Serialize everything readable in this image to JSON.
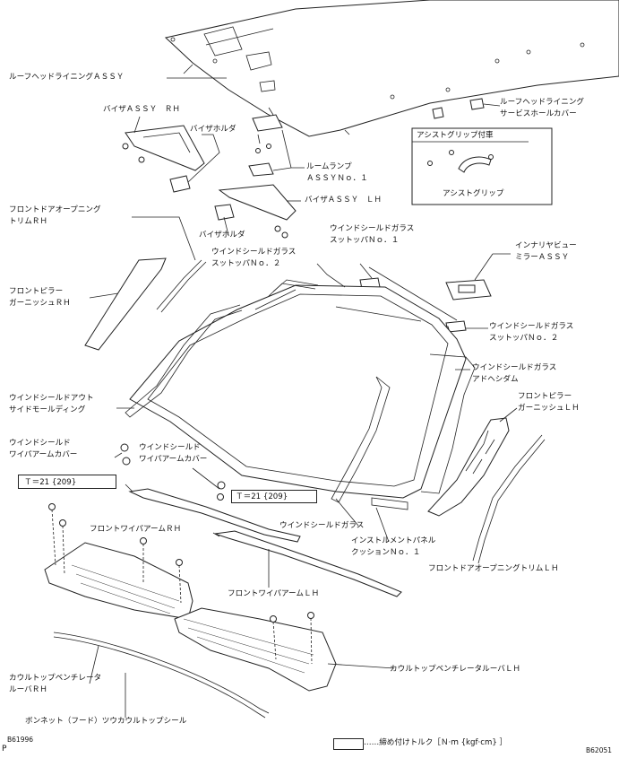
{
  "labels": {
    "roof_headlining": "ルーフヘッドライニングＡＳＳＹ",
    "roof_service_hole": "ルーフヘッドライニング\nサービスホールカバー",
    "visor_rh": "バイザＡＳＳＹ　ＲＨ",
    "visor_holder_upper": "バイザホルダ",
    "assist_header": "アシストグリップ付車",
    "assist_grip": "アシストグリップ",
    "room_lamp": "ルームランプ\nＡＳＳＹＮｏ．１",
    "visor_lh": "バイザＡＳＳＹ　ＬＨ",
    "front_door_trim_rh": "フロントドアオープニング\nトリムＲＨ",
    "visor_holder_lower": "バイザホルダ",
    "ws_stopper_1": "ウインドシールドガラス\nスットッパＮｏ．１",
    "ws_stopper_2_upper": "ウインドシールドガラス\nスットッパＮｏ．２",
    "inner_mirror": "インナリヤビュー\nミラーＡＳＳＹ",
    "front_pillar_rh": "フロントピラー\nガーニッシュＲＨ",
    "ws_stopper_2_right": "ウインドシールドガラス\nスットッパＮｏ．２",
    "ws_adhesive_dam": "ウインドシールドガラス\nアドヘシダム",
    "ws_outside_molding": "ウインドシールドアウト\nサイドモールディング",
    "front_pillar_lh": "フロントピラー\nガーニッシュＬＨ",
    "ws_wiper_cover_left": "ウインドシールド\nワイパアームカバー",
    "ws_wiper_cover_center": "ウインドシールド\nワイパアームカバー",
    "torque_left": "Ｔ＝21 {209}",
    "torque_right": "Ｔ＝21 {209}",
    "front_wiper_rh": "フロントワイパアームＲＨ",
    "ws_glass": "ウインドシールドガラス",
    "instrument_panel_cushion": "インストルメントパネル\nクッションＮｏ．１",
    "front_door_trim_lh": "フロントドアオープニングトリムＬＨ",
    "front_wiper_lh": "フロントワイパアームＬＨ",
    "cowl_louver_lh": "カウルトップベンチレータルーバＬＨ",
    "cowl_louver_rh": "カウルトップベンチレータ\nルーバＲＨ",
    "bonnet_seal": "ボンネット（フード）ツウカウルトップシール",
    "legend": "……締め付けトルク［Ｎ·ｍ {kgf·cm} ］",
    "code_left": "B61996",
    "code_p": "P",
    "code_right": "B62051"
  }
}
